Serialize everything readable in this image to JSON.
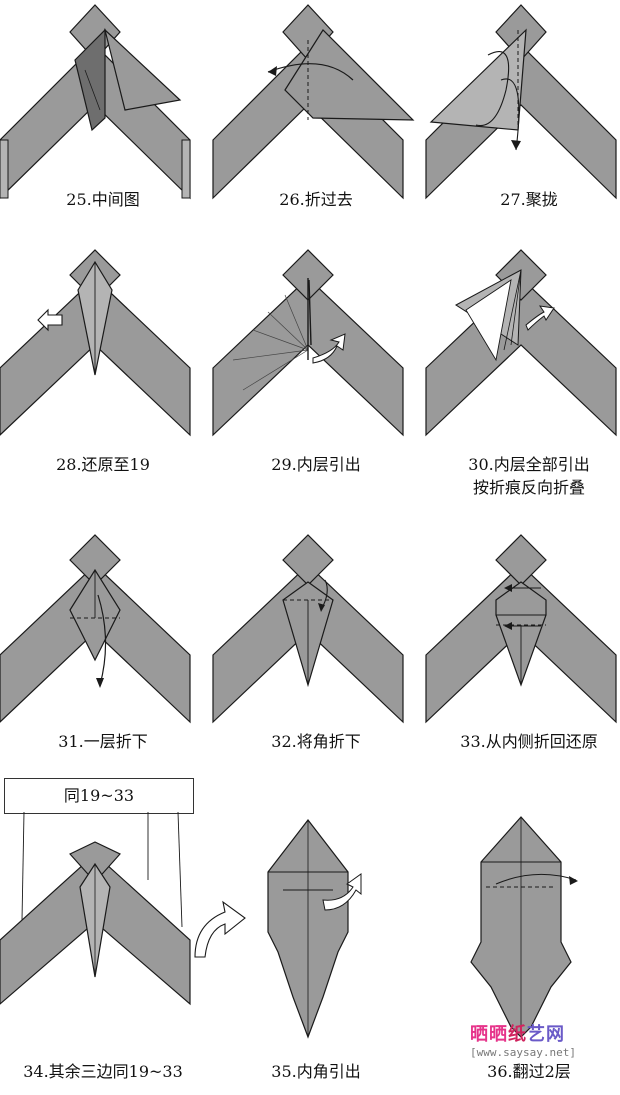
{
  "steps": [
    {
      "caption": "25.中间图"
    },
    {
      "caption": "26.折过去"
    },
    {
      "caption": "27.聚拢"
    },
    {
      "caption": "28.还原至19"
    },
    {
      "caption": "29.内层引出"
    },
    {
      "caption": "30.内层全部引出",
      "caption2": "按折痕反向折叠"
    },
    {
      "caption": "31.一层折下"
    },
    {
      "caption": "32.将角折下"
    },
    {
      "caption": "33.从内侧折回还原"
    },
    {
      "caption": "34.其余三边同19~33"
    },
    {
      "caption": "35.内角引出"
    },
    {
      "caption": "36.翻过2层"
    }
  ],
  "same_box": {
    "label": "同19~33"
  },
  "watermark": {
    "part1": "晒晒",
    "part2": "纸",
    "part3": "艺网",
    "url": "[www.saysay.net]"
  },
  "colors": {
    "paper": "#9a9a9a",
    "paper_dark": "#6e6e6e",
    "paper_light": "#b4b4b4",
    "outline": "#1a1a1a",
    "white": "#ffffff"
  }
}
